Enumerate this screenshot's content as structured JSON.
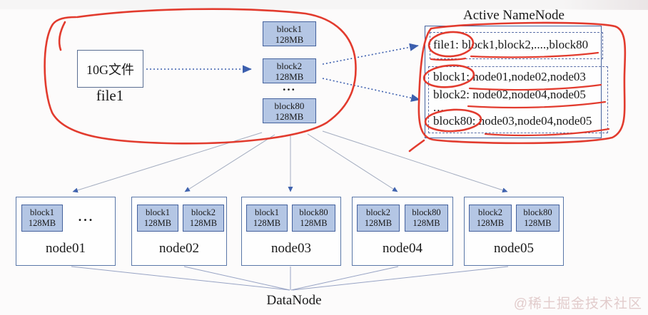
{
  "source": {
    "box_label": "10G文件",
    "name": "file1"
  },
  "labels": {
    "block_size": "128MB",
    "ellipsis": "..."
  },
  "block_stack": {
    "items": [
      "block1",
      "block2",
      "block80"
    ],
    "ellipsis": "..."
  },
  "namenode": {
    "title": "Active NameNode",
    "file_mapping": "file1: block1,block2,....,block80",
    "block_mappings": [
      "block1: node01,node02,node03",
      "block2: node02,node04,node05",
      "...",
      "block80: node03,node04,node05"
    ]
  },
  "datanodes": {
    "group_label": "DataNode",
    "nodes": [
      {
        "name": "node01",
        "blocks": [
          "block1"
        ],
        "ellipsis": "..."
      },
      {
        "name": "node02",
        "blocks": [
          "block1",
          "block2"
        ]
      },
      {
        "name": "node03",
        "blocks": [
          "block1",
          "block80"
        ]
      },
      {
        "name": "node04",
        "blocks": [
          "block2",
          "block80"
        ]
      },
      {
        "name": "node05",
        "blocks": [
          "block2",
          "block80"
        ]
      }
    ]
  },
  "watermark": "@稀土掘金技术社区",
  "colors": {
    "block_fill": "#b4c6e4",
    "block_border": "#44619d",
    "box_border": "#5a77a8",
    "dashed_border": "#5b6fa8",
    "connector_blue": "#3c5fae",
    "connector_gray": "#a4adc0",
    "red_annotation": "#e23b2e",
    "watermark_pink": "#e2cccc"
  }
}
